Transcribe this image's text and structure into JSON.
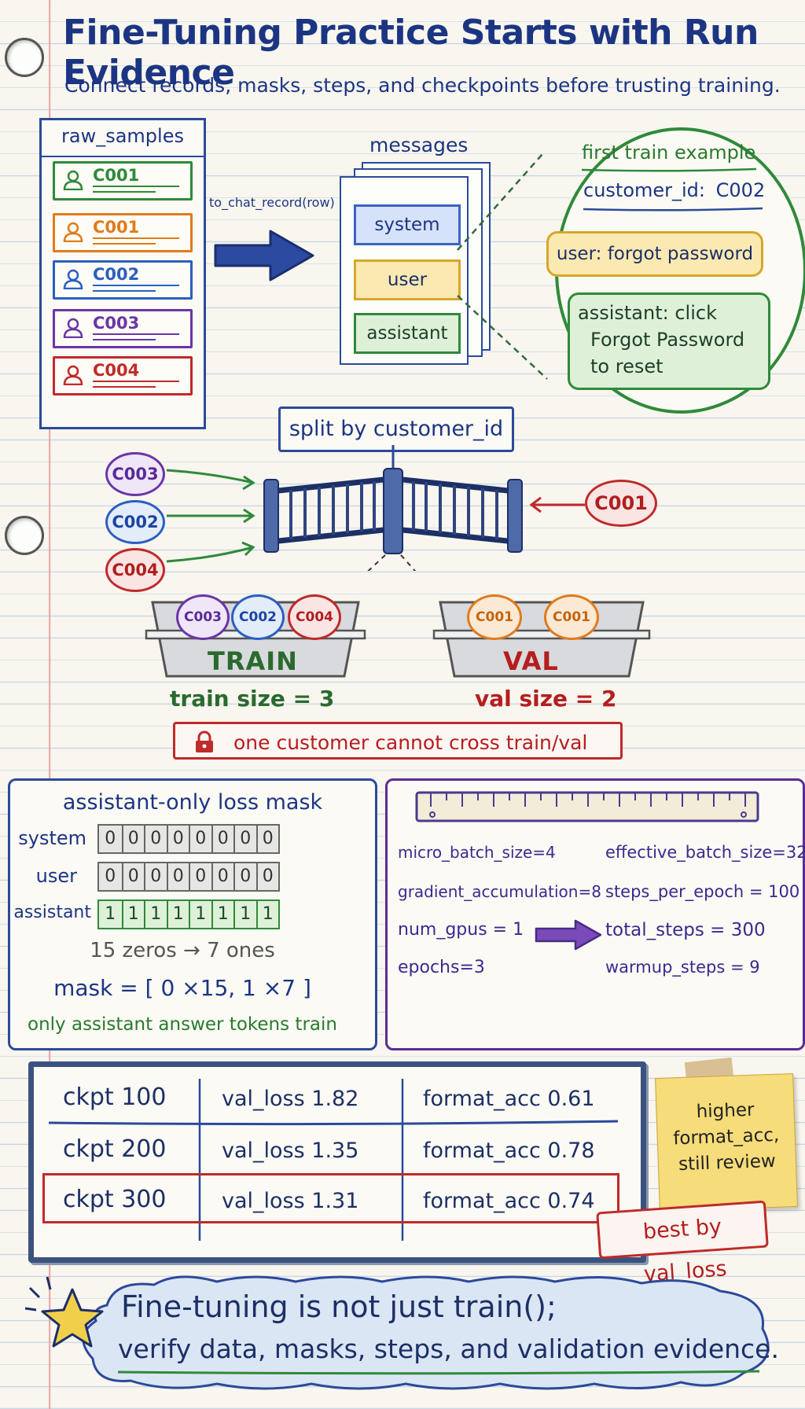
{
  "header": {
    "title": "Fine-Tuning Practice Starts with Run Evidence",
    "subtitle": "Connect records, masks, steps, and checkpoints before trusting training."
  },
  "raw_samples": {
    "title": "raw_samples",
    "items": [
      {
        "id": "C001",
        "color": "#2f8a3a"
      },
      {
        "id": "C001",
        "color": "#e07b1c"
      },
      {
        "id": "C002",
        "color": "#2b5fc0"
      },
      {
        "id": "C003",
        "color": "#6a35a8"
      },
      {
        "id": "C004",
        "color": "#c02a2a"
      }
    ]
  },
  "transform": {
    "function_label": "to_chat_record(row)"
  },
  "messages": {
    "title": "messages",
    "roles": [
      "system",
      "user",
      "assistant"
    ]
  },
  "first_example": {
    "title": "first train example",
    "customer_label": "customer_id:",
    "customer_id": "C002",
    "user_msg": "user: forgot password",
    "assistant_line1": "assistant: click",
    "assistant_line2": "Forgot Password",
    "assistant_line3": "to reset"
  },
  "split": {
    "label": "split by customer_id",
    "incoming_train": [
      "C003",
      "C002",
      "C004"
    ],
    "incoming_val": "C001",
    "train_bin": [
      "C003",
      "C002",
      "C004"
    ],
    "val_bin": [
      "C001",
      "C001"
    ],
    "train_label": "TRAIN",
    "val_label": "VAL",
    "train_size": "train size = 3",
    "val_size": "val size = 2",
    "rule": "one customer cannot cross train/val"
  },
  "loss_mask": {
    "title": "assistant-only loss mask",
    "rows": [
      {
        "label": "system",
        "values": [
          "0",
          "0",
          "0",
          "0",
          "0",
          "0",
          "0",
          "0"
        ]
      },
      {
        "label": "user",
        "values": [
          "0",
          "0",
          "0",
          "0",
          "0",
          "0",
          "0",
          "0"
        ]
      },
      {
        "label": "assistant",
        "values": [
          "1",
          "1",
          "1",
          "1",
          "1",
          "1",
          "1",
          "1"
        ]
      }
    ],
    "summary": "15 zeros → 7 ones",
    "mask_expr": "mask = [ 0 ×15,  1 ×7 ]",
    "note": "only assistant answer tokens train"
  },
  "batch": {
    "inputs": [
      "micro_batch_size=4",
      "gradient_accumulation=8",
      "num_gpus = 1",
      "epochs=3"
    ],
    "outputs": [
      "effective_batch_size=32",
      "steps_per_epoch = 100",
      "total_steps = 300",
      "warmup_steps = 9"
    ]
  },
  "checkpoints": {
    "rows": [
      {
        "ckpt": "ckpt 100",
        "val_loss": "val_loss  1.82",
        "format_acc": "format_acc  0.61"
      },
      {
        "ckpt": "ckpt 200",
        "val_loss": "val_loss  1.35",
        "format_acc": "format_acc  0.78"
      },
      {
        "ckpt": "ckpt 300",
        "val_loss": "val_loss  1.31",
        "format_acc": "format_acc  0.74"
      }
    ],
    "best_stamp": "best by val_loss"
  },
  "sticky_note": {
    "line1": "higher",
    "line2": "format_acc,",
    "line3": "still review"
  },
  "takeaway": {
    "line1": "Fine-tuning is not just train();",
    "line2": "verify data, masks, steps, and validation evidence."
  }
}
